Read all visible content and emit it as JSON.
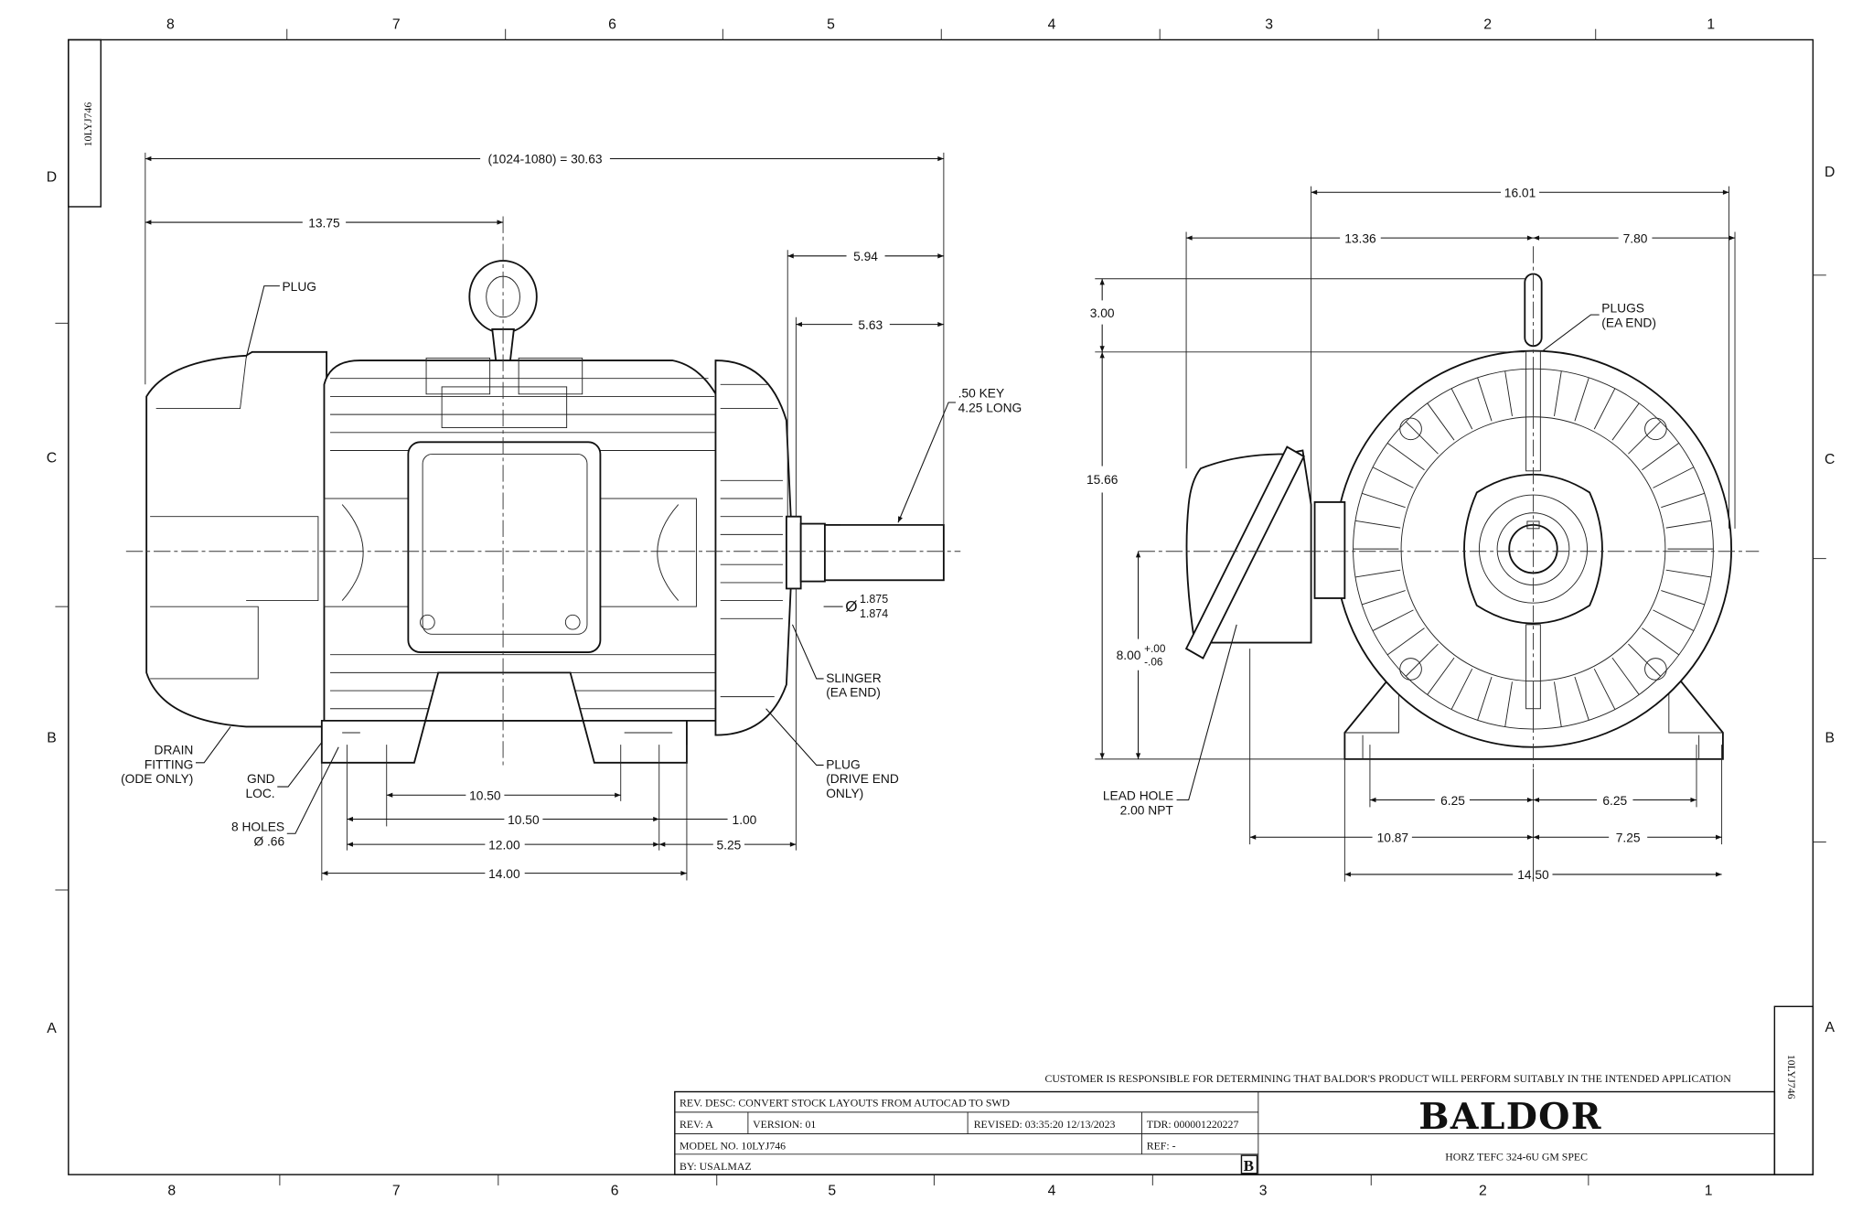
{
  "border": {
    "columns_top": [
      "8",
      "7",
      "6",
      "5",
      "4",
      "3",
      "2",
      "1"
    ],
    "columns_bottom": [
      "8",
      "7",
      "6",
      "5",
      "4",
      "3",
      "2",
      "1"
    ],
    "rows_left": [
      "D",
      "C",
      "B",
      "A"
    ],
    "rows_right": [
      "D",
      "C",
      "B",
      "A"
    ],
    "tab_top_left": "10LYJ746",
    "tab_bottom_right": "10LYJ746"
  },
  "side_view": {
    "overall_length": "(1024-1080) = 30.63",
    "dim_13_75": "13.75",
    "dim_5_94": "5.94",
    "dim_5_63": "5.63",
    "plug_label": "PLUG",
    "key_label": [
      ".50 KEY",
      "4.25 LONG"
    ],
    "shaft_dia_symbol": "Ø",
    "shaft_dia": [
      "1.875",
      "1.874"
    ],
    "slinger_label": [
      "SLINGER",
      "(EA END)"
    ],
    "plug_drive_label": [
      "PLUG",
      "(DRIVE END",
      "ONLY)"
    ],
    "drain_label": [
      "DRAIN",
      "FITTING",
      "(ODE ONLY)"
    ],
    "gnd_label": [
      "GND",
      "LOC."
    ],
    "holes_label": [
      "8 HOLES",
      "Ø .66"
    ],
    "dim_10_50_a": "10.50",
    "dim_10_50_b": "10.50",
    "dim_1_00": "1.00",
    "dim_12_00": "12.00",
    "dim_5_25": "5.25",
    "dim_14_00": "14.00"
  },
  "end_view": {
    "dim_16_01": "16.01",
    "dim_13_36": "13.36",
    "dim_7_80": "7.80",
    "dim_3_00": "3.00",
    "dim_15_66": "15.66",
    "dim_8_00": "8.00",
    "dim_8_00_tol": [
      "+.00",
      "-.06"
    ],
    "plugs_label": [
      "PLUGS",
      "(EA END)"
    ],
    "lead_hole_label": [
      "LEAD HOLE",
      "2.00 NPT"
    ],
    "dim_6_25_a": "6.25",
    "dim_6_25_b": "6.25",
    "dim_10_87": "10.87",
    "dim_7_25": "7.25",
    "dim_14_50": "14.50"
  },
  "title_block": {
    "disclaimer": "CUSTOMER IS RESPONSIBLE FOR DETERMINING THAT BALDOR'S PRODUCT WILL PERFORM SUITABLY IN THE INTENDED APPLICATION",
    "rev_desc": "REV. DESC: CONVERT STOCK LAYOUTS FROM AUTOCAD TO SWD",
    "rev": "REV:  A",
    "version": "VERSION:  01",
    "revised": "REVISED:  03:35:20 12/13/2023",
    "tdr": "TDR: 000001220227",
    "model_no": "MODEL NO.  10LYJ746",
    "ref": "REF:  -",
    "by": "BY: USALMAZ",
    "size": "B",
    "logo": "BALDOR",
    "description": "HORZ TEFC 324-6U GM SPEC"
  }
}
